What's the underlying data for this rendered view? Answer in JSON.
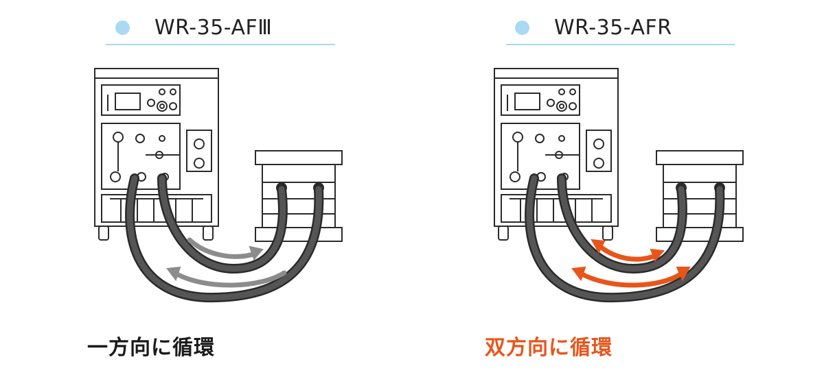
{
  "panels": [
    {
      "model": "WR-35-AFⅢ",
      "flow_label": "一方向に循環",
      "flow_type": "one-way",
      "arrow_color": "#8c8c8c",
      "caption_color": "#1a1a1a"
    },
    {
      "model": "WR-35-AFR",
      "flow_label": "双方向に循環",
      "flow_type": "two-way",
      "arrow_color": "#e8551b",
      "caption_color": "#e8551b"
    }
  ],
  "colors": {
    "title_dot": "#a9d9f3",
    "title_rule": "#a9d9f3",
    "line": "#2a2a2a",
    "hose": "#3a3a3a"
  }
}
